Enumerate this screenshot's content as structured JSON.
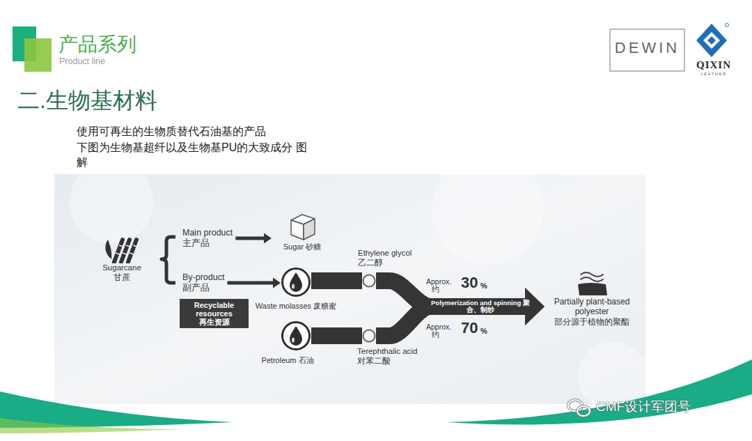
{
  "diagram": {
    "title": "二.生物基材料",
    "nodes": [
      {
        "text": [
          "Sugarcane",
          "甘蔗"
        ]
      },
      {
        "text": [
          "Main product",
          "主产品"
        ]
      },
      {
        "text": [
          "Sugar 砂糖"
        ]
      },
      {
        "text": [
          "By-product",
          "副产品"
        ]
      },
      {
        "text": [
          "Waste molasses 废糖蜜"
        ]
      },
      {
        "text": [
          "Recyclable resources",
          "再生资源"
        ]
      },
      {
        "text": [
          "Ethylene glycol",
          "乙二醇"
        ]
      },
      {
        "text": [
          "Petroleum 石油"
        ]
      },
      {
        "text": [
          "Terephthalic acid",
          "对苯二酸"
        ]
      },
      {
        "text": [
          "Partially plant-based polyester",
          "部分源于植物的聚酯"
        ]
      }
    ],
    "edges": [
      {
        "from": 1,
        "to": 2,
        "arrow": "to"
      },
      {
        "from": 3,
        "to": 4,
        "arrow": "to"
      },
      {
        "from": 4,
        "to": 6,
        "arrow": "none"
      },
      {
        "from": 7,
        "to": 8,
        "arrow": "none"
      },
      {
        "from": 6,
        "to": 9,
        "arrow": "to",
        "label": "Polymerization and spinning 聚合、制纱"
      },
      {
        "from": 8,
        "to": 9,
        "arrow": "to"
      }
    ],
    "labels": [
      "产品系列",
      "Product line",
      "DEWIN",
      "QIXIN",
      "LEATHER",
      "使用可再生的生物质替代石油基的产品",
      "下图为生物基超纤以及生物基PU的大致成分 图 解",
      "Approx.",
      "约",
      "30",
      "%",
      "Approx.",
      "约",
      "70",
      "%",
      "CMF设计军团号"
    ]
  }
}
